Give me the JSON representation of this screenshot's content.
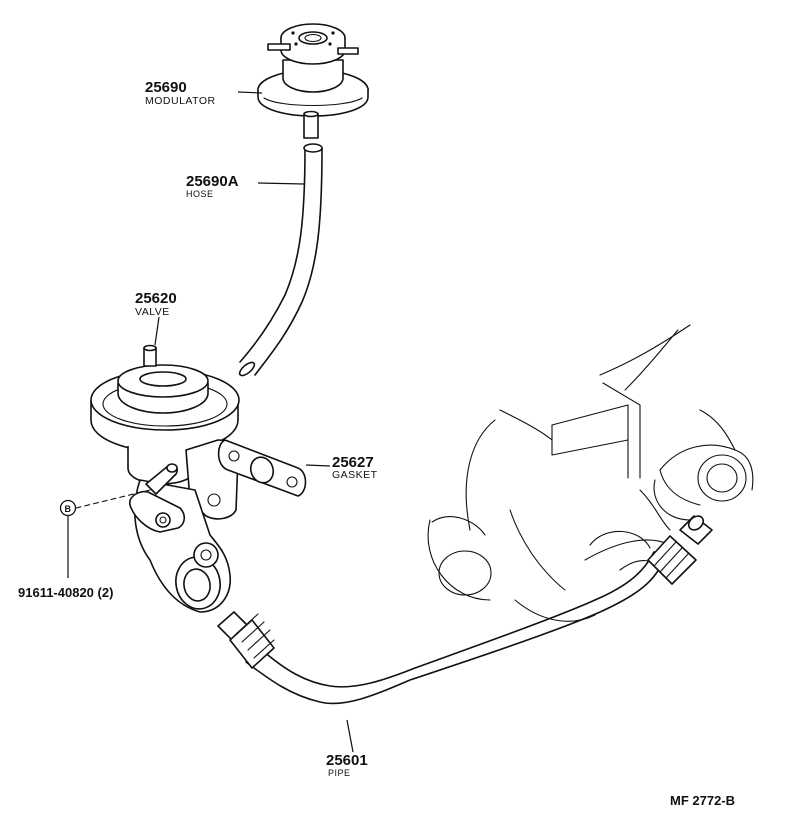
{
  "diagram": {
    "parts": [
      {
        "number": "25690",
        "name": "MODULATOR"
      },
      {
        "number": "25690A",
        "name": "HOSE"
      },
      {
        "number": "25620",
        "name": "VALVE"
      },
      {
        "number": "25627",
        "name": "GASKET"
      },
      {
        "number": "91611-40820 (2)",
        "name": "",
        "marker": "B"
      },
      {
        "number": "25601",
        "name": "PIPE"
      }
    ],
    "figure_id": "MF 2772-B"
  }
}
